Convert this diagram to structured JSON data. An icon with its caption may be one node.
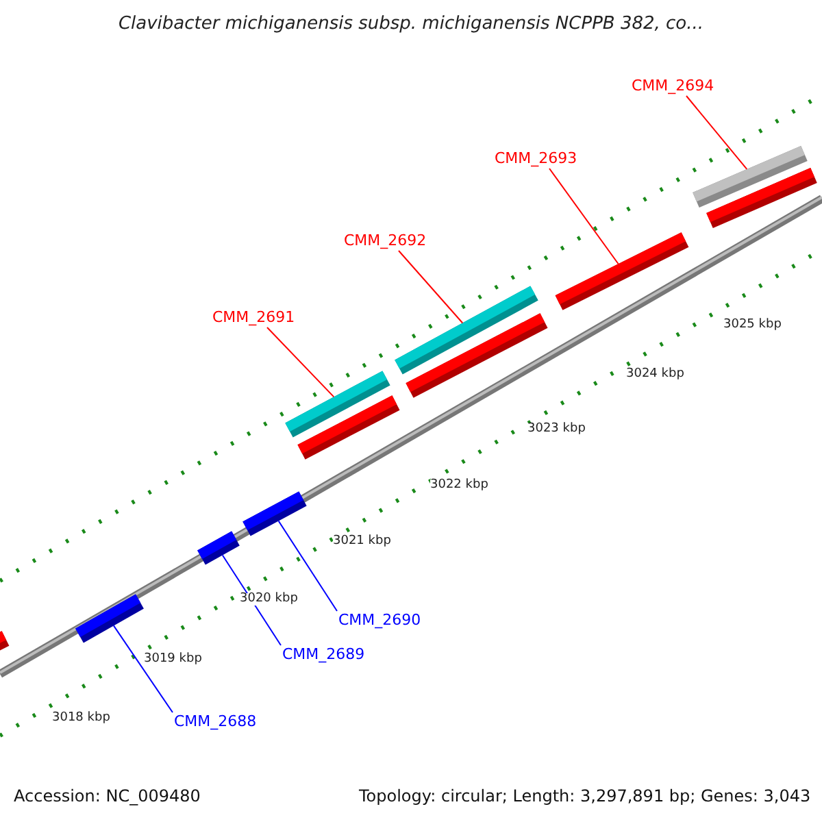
{
  "diagram": {
    "title": "Clavibacter michiganensis subsp. michiganensis NCPPB 382, co...",
    "nodes": [
      {
        "text": [
          "CMM_2694"
        ]
      },
      {
        "text": [],
        "shape": "bar"
      },
      {
        "text": [],
        "shape": "bar"
      },
      {
        "text": [
          "CMM_2693"
        ]
      },
      {
        "text": [],
        "shape": "bar"
      },
      {
        "text": [
          "CMM_2692"
        ]
      },
      {
        "text": [],
        "shape": "bar"
      },
      {
        "text": [],
        "shape": "bar"
      },
      {
        "text": [
          "CMM_2691"
        ]
      },
      {
        "text": [],
        "shape": "bar"
      },
      {
        "text": [],
        "shape": "bar"
      },
      {
        "text": [],
        "shape": "bar"
      },
      {
        "text": [],
        "shape": "bar"
      },
      {
        "text": [
          "CMM_2690"
        ]
      },
      {
        "text": [
          "CMM_2689"
        ]
      },
      {
        "text": [],
        "shape": "bar"
      },
      {
        "text": [],
        "shape": "bar"
      },
      {
        "text": [
          "CMM_2688"
        ]
      }
    ],
    "edges": [
      {
        "from": 0,
        "to": 1,
        "arrow": "none"
      },
      {
        "from": 3,
        "to": 4,
        "arrow": "none"
      },
      {
        "from": 5,
        "to": 6,
        "arrow": "none"
      },
      {
        "from": 8,
        "to": 9,
        "arrow": "none"
      },
      {
        "from": 13,
        "to": 11,
        "arrow": "none",
        "color": "#0000ff"
      },
      {
        "from": 14,
        "to": 12,
        "arrow": "none",
        "color": "#0000ff"
      },
      {
        "from": 17,
        "to": 15,
        "arrow": "none",
        "color": "#0000ff"
      }
    ],
    "labels": [
      "3025 kbp",
      "3024 kbp",
      "3023 kbp",
      "3022 kbp",
      "3021 kbp",
      "3020 kbp",
      "3019 kbp",
      "3018 kbp",
      "Accession: NC_009480",
      "Topology: circular; Length: 3,297,891 bp; Genes: 3,043"
    ]
  }
}
